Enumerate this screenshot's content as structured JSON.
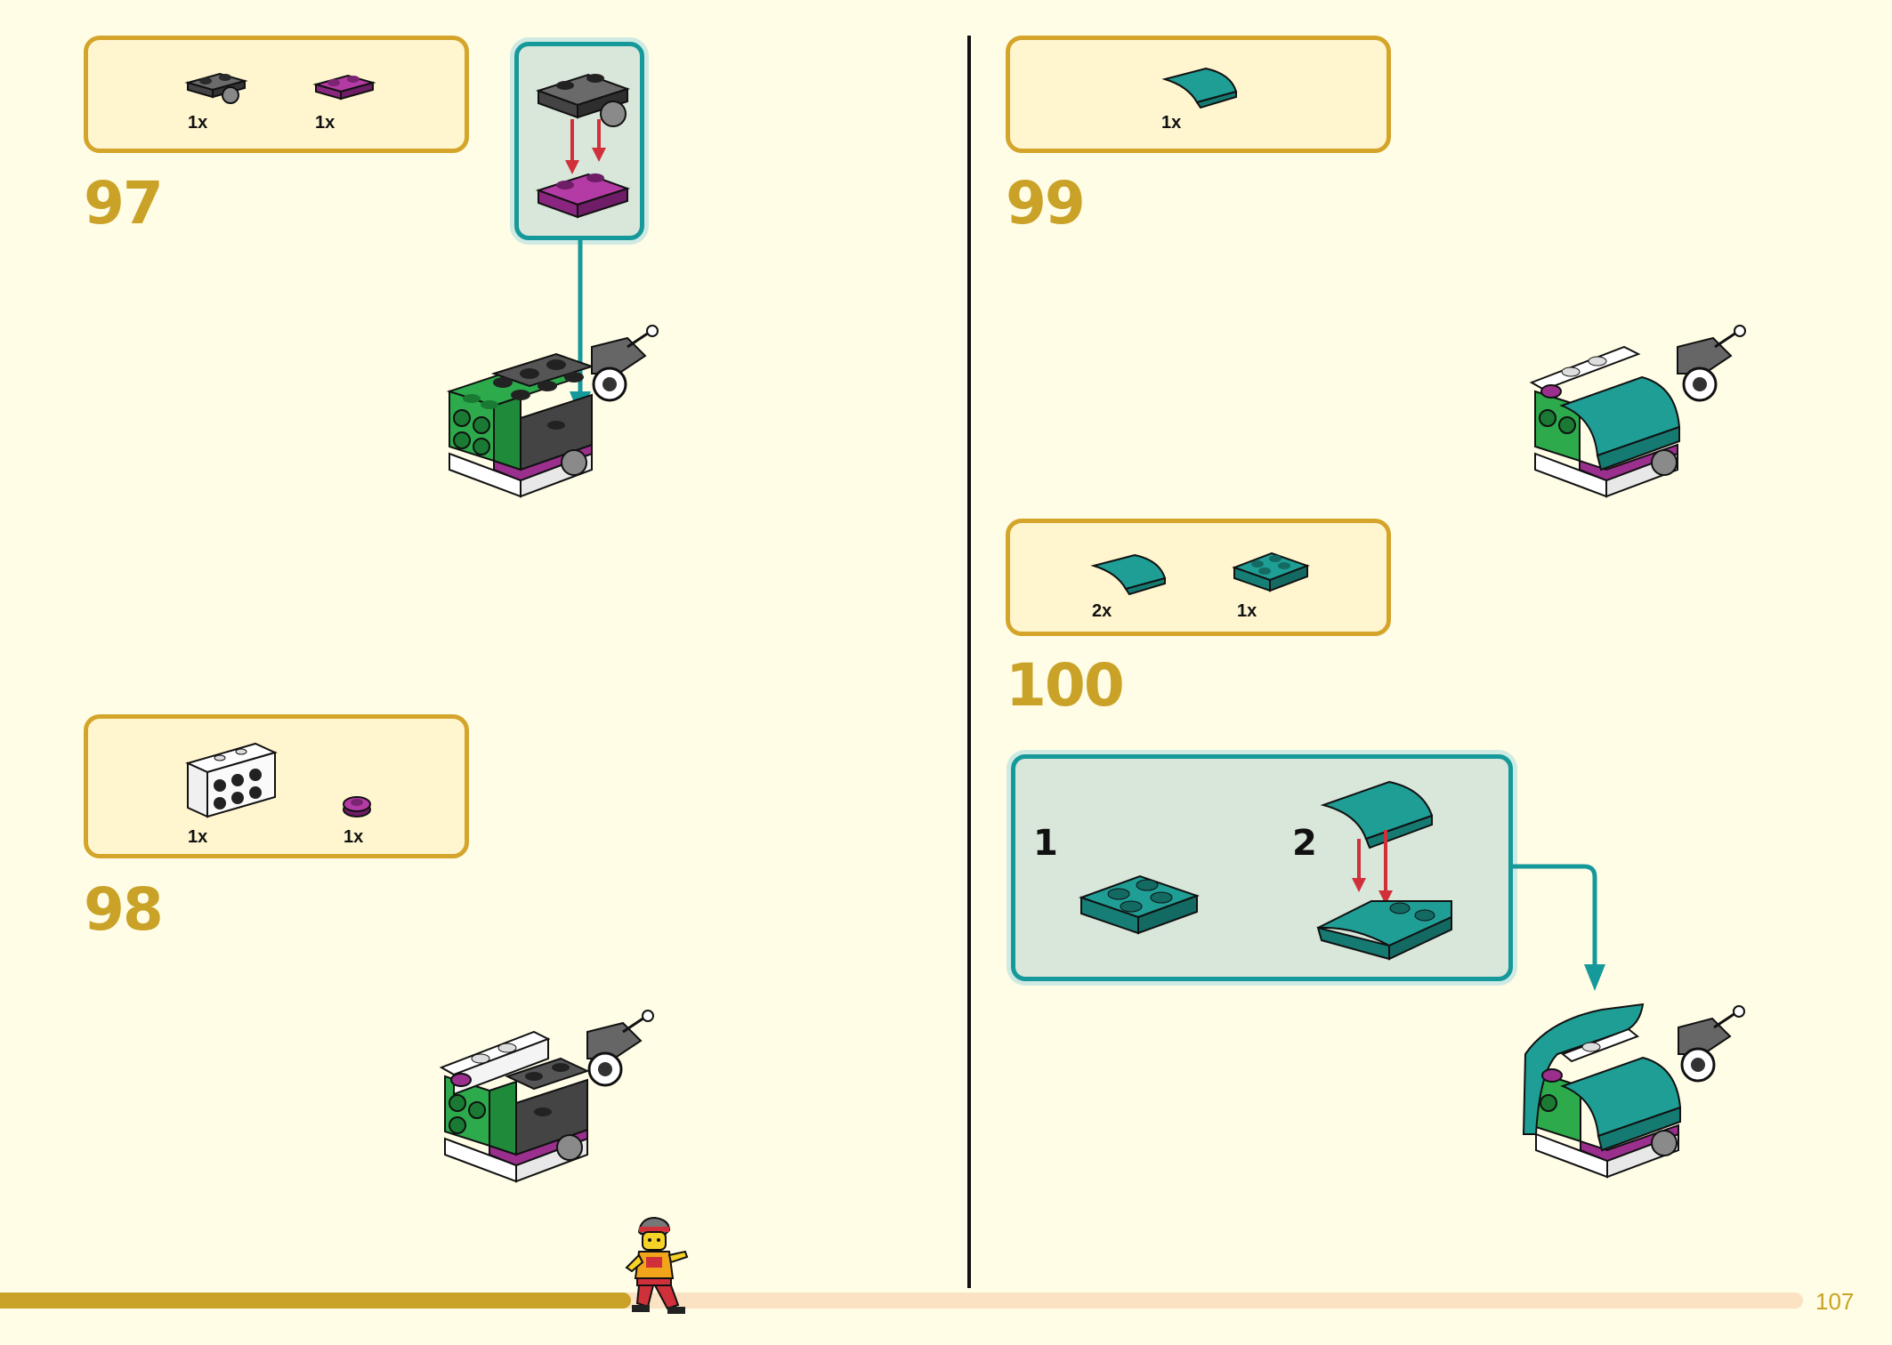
{
  "page": {
    "number": "107",
    "progress": 0.35
  },
  "steps": [
    {
      "number": "97",
      "parts": [
        {
          "name": "dark-gray-plate-with-ball",
          "qty": "1x"
        },
        {
          "name": "magenta-plate-1x2",
          "qty": "1x"
        }
      ]
    },
    {
      "number": "98",
      "parts": [
        {
          "name": "white-bracket-plate",
          "qty": "1x"
        },
        {
          "name": "magenta-round-plate",
          "qty": "1x"
        }
      ]
    },
    {
      "number": "99",
      "parts": [
        {
          "name": "teal-curved-slope",
          "qty": "1x"
        }
      ]
    },
    {
      "number": "100",
      "parts": [
        {
          "name": "teal-curved-slope",
          "qty": "2x"
        },
        {
          "name": "teal-plate-2x2",
          "qty": "1x"
        }
      ],
      "substeps": [
        {
          "number": "1"
        },
        {
          "number": "2"
        }
      ]
    }
  ],
  "colors": {
    "accent_gold": "#C9A227",
    "panel_teal": "#16999A",
    "brick_teal": "#1E9E95",
    "brick_magenta": "#9B2F8E",
    "brick_green": "#2DAA4B",
    "brick_gray": "#505050",
    "arrow_red": "#D0303A"
  }
}
